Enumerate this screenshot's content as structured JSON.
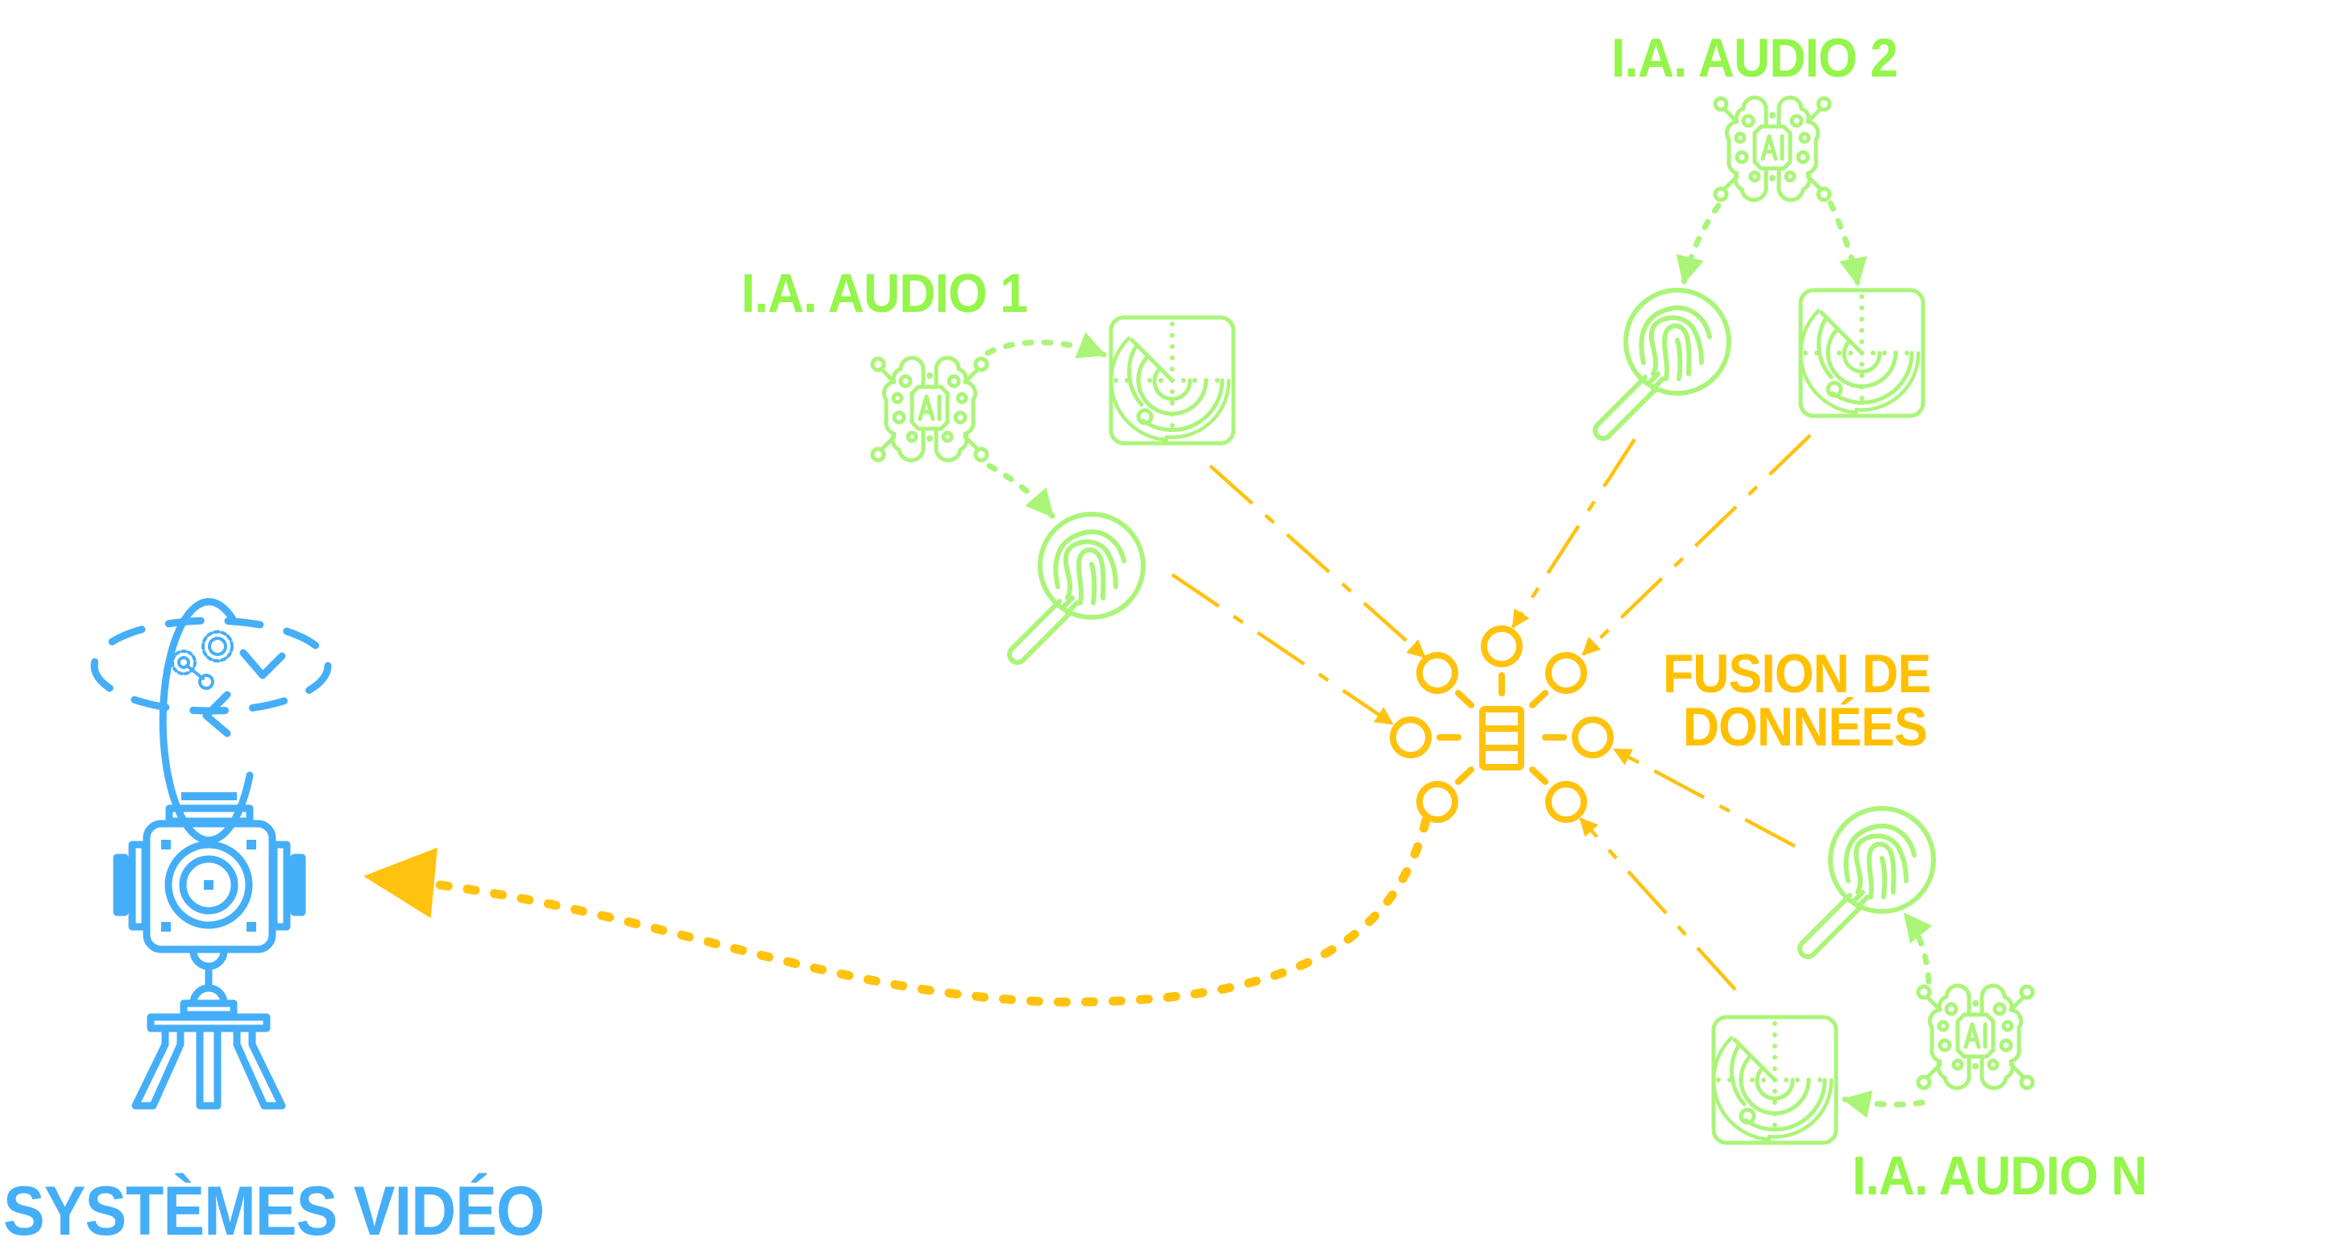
{
  "diagram": {
    "title": "Audio AI data fusion to video systems",
    "colors": {
      "audio_label": "#94F54A",
      "audio_icon": "#AAF578",
      "fusion": "#FFC20E",
      "fusion_label": "#FFC000",
      "video": "#45AEF8"
    },
    "nodes": {
      "video_systems": {
        "label": "SYSTÈMES VIDÉO",
        "icon": "camera-on-tripod-with-rotation-gears-icon"
      },
      "data_fusion": {
        "label_line1": "FUSION DE",
        "label_line2": "DONNÉES",
        "icon": "database-hub-icon"
      },
      "audio_ai_1": {
        "label": "I.A. AUDIO 1",
        "icons": [
          "ai-brain-icon",
          "radar-icon",
          "fingerprint-search-icon"
        ]
      },
      "audio_ai_2": {
        "label": "I.A. AUDIO 2",
        "icons": [
          "ai-brain-icon",
          "fingerprint-search-icon",
          "radar-icon"
        ]
      },
      "audio_ai_n": {
        "label": "I.A. AUDIO N",
        "icons": [
          "ai-brain-icon",
          "fingerprint-search-icon",
          "radar-icon"
        ]
      }
    },
    "brain_chip_text": "AI",
    "edges": [
      {
        "from": "audio_ai_1.brain",
        "to": "audio_ai_1.radar",
        "style": "dotted"
      },
      {
        "from": "audio_ai_1.brain",
        "to": "audio_ai_1.fingerprint",
        "style": "dotted"
      },
      {
        "from": "audio_ai_2.brain",
        "to": "audio_ai_2.fingerprint",
        "style": "dotted"
      },
      {
        "from": "audio_ai_2.brain",
        "to": "audio_ai_2.radar",
        "style": "dotted"
      },
      {
        "from": "audio_ai_n.brain",
        "to": "audio_ai_n.fingerprint",
        "style": "dotted"
      },
      {
        "from": "audio_ai_n.brain",
        "to": "audio_ai_n.radar",
        "style": "dotted"
      },
      {
        "from": "audio_ai_1.radar",
        "to": "data_fusion",
        "style": "dashed"
      },
      {
        "from": "audio_ai_1.fingerprint",
        "to": "data_fusion",
        "style": "dashed"
      },
      {
        "from": "audio_ai_2.fingerprint",
        "to": "data_fusion",
        "style": "dashed"
      },
      {
        "from": "audio_ai_2.radar",
        "to": "data_fusion",
        "style": "dashed"
      },
      {
        "from": "audio_ai_n.fingerprint",
        "to": "data_fusion",
        "style": "dashed"
      },
      {
        "from": "audio_ai_n.radar",
        "to": "data_fusion",
        "style": "dashed"
      },
      {
        "from": "data_fusion",
        "to": "video_systems",
        "style": "dotted-curve"
      }
    ]
  }
}
